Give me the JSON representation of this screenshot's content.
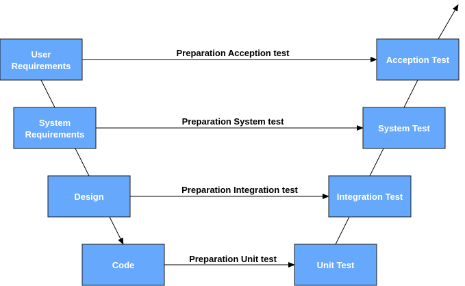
{
  "nodes": {
    "user_requirements": [
      "User",
      "Requirements"
    ],
    "system_requirements": [
      "System",
      "Requirements"
    ],
    "design": [
      "Design"
    ],
    "code": [
      "Code"
    ],
    "acception_test": [
      "Acception Test"
    ],
    "system_test": [
      "System Test"
    ],
    "integration_test": [
      "Integration Test"
    ],
    "unit_test": [
      "Unit Test"
    ]
  },
  "edge_labels": {
    "acception": "Preparation Acception test",
    "system": "Preparation System test",
    "integration": "Preparation Integration test",
    "unit": "Preparation Unit test"
  },
  "colors": {
    "node_fill": "#66a8fb",
    "node_text": "#ffffff",
    "line": "#000000"
  }
}
